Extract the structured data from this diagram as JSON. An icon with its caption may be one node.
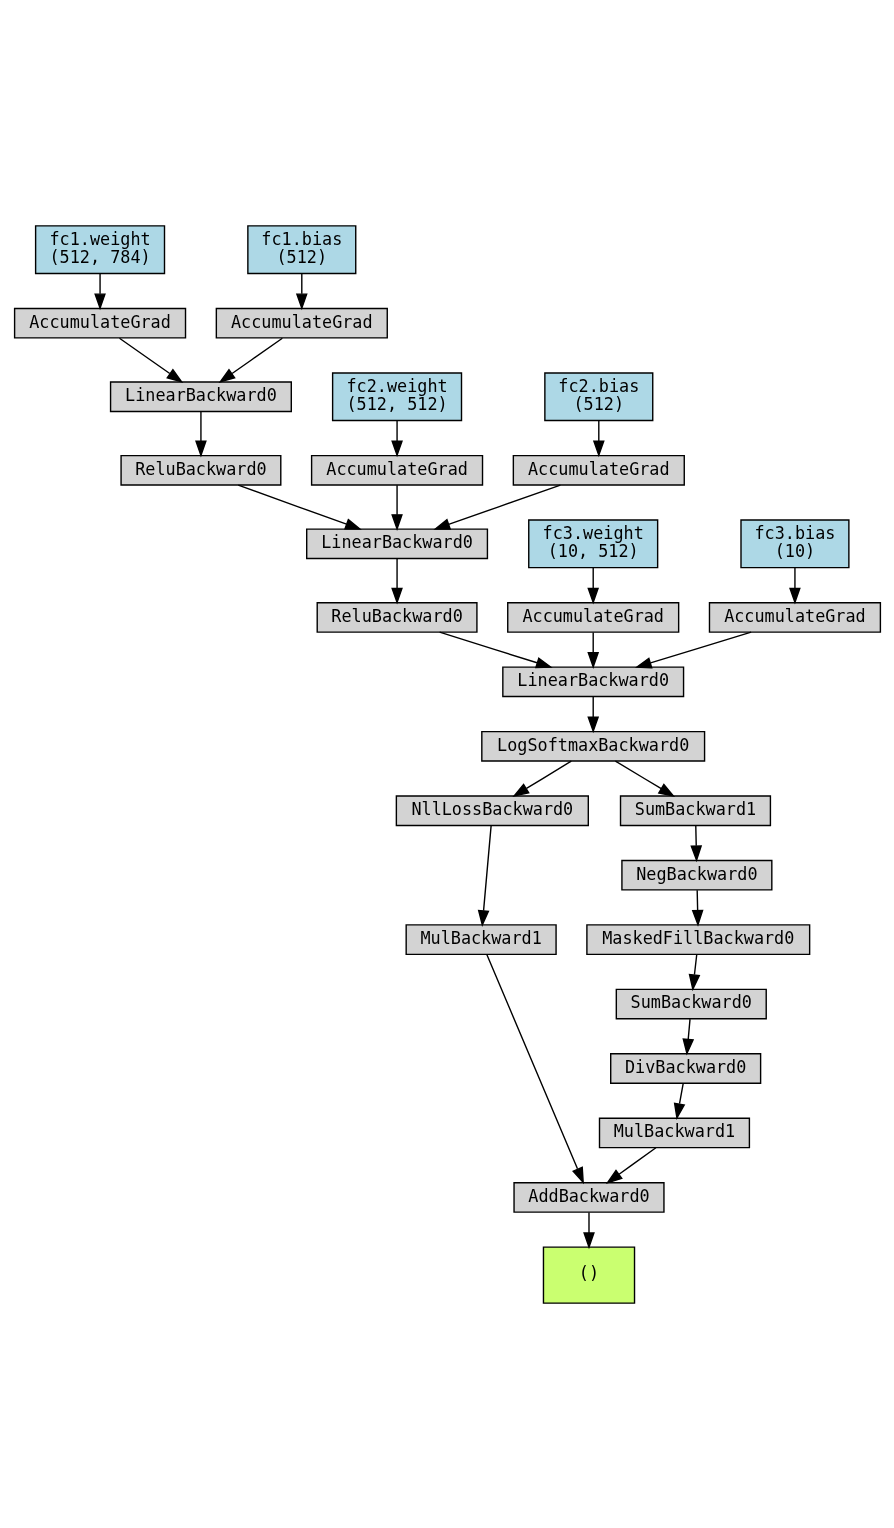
{
  "diagram": {
    "nodes": [
      {
        "text": [
          "fc1.weight",
          "(512, 784)"
        ]
      },
      {
        "text": [
          "fc1.bias",
          "(512)"
        ]
      },
      {
        "text": [
          "AccumulateGrad"
        ]
      },
      {
        "text": [
          "AccumulateGrad"
        ]
      },
      {
        "text": [
          "LinearBackward0"
        ]
      },
      {
        "text": [
          "fc2.weight",
          "(512, 512)"
        ]
      },
      {
        "text": [
          "fc2.bias",
          "(512)"
        ]
      },
      {
        "text": [
          "ReluBackward0"
        ]
      },
      {
        "text": [
          "AccumulateGrad"
        ]
      },
      {
        "text": [
          "AccumulateGrad"
        ]
      },
      {
        "text": [
          "LinearBackward0"
        ]
      },
      {
        "text": [
          "fc3.weight",
          "(10, 512)"
        ]
      },
      {
        "text": [
          "fc3.bias",
          "(10)"
        ]
      },
      {
        "text": [
          "ReluBackward0"
        ]
      },
      {
        "text": [
          "AccumulateGrad"
        ]
      },
      {
        "text": [
          "AccumulateGrad"
        ]
      },
      {
        "text": [
          "LinearBackward0"
        ]
      },
      {
        "text": [
          "LogSoftmaxBackward0"
        ]
      },
      {
        "text": [
          "NllLossBackward0"
        ]
      },
      {
        "text": [
          "SumBackward1"
        ]
      },
      {
        "text": [
          "NegBackward0"
        ]
      },
      {
        "text": [
          "MulBackward1"
        ]
      },
      {
        "text": [
          "MaskedFillBackward0"
        ]
      },
      {
        "text": [
          "SumBackward0"
        ]
      },
      {
        "text": [
          "DivBackward0"
        ]
      },
      {
        "text": [
          "MulBackward1"
        ]
      },
      {
        "text": [
          "AddBackward0"
        ]
      },
      {
        "text": [
          "()"
        ]
      }
    ],
    "edges": [
      {
        "from": 0,
        "to": 2,
        "arrow": "to"
      },
      {
        "from": 1,
        "to": 3,
        "arrow": "to"
      },
      {
        "from": 2,
        "to": 4,
        "arrow": "to"
      },
      {
        "from": 3,
        "to": 4,
        "arrow": "to"
      },
      {
        "from": 4,
        "to": 7,
        "arrow": "to"
      },
      {
        "from": 5,
        "to": 8,
        "arrow": "to"
      },
      {
        "from": 6,
        "to": 9,
        "arrow": "to"
      },
      {
        "from": 7,
        "to": 10,
        "arrow": "to"
      },
      {
        "from": 8,
        "to": 10,
        "arrow": "to"
      },
      {
        "from": 9,
        "to": 10,
        "arrow": "to"
      },
      {
        "from": 10,
        "to": 13,
        "arrow": "to"
      },
      {
        "from": 11,
        "to": 14,
        "arrow": "to"
      },
      {
        "from": 12,
        "to": 15,
        "arrow": "to"
      },
      {
        "from": 13,
        "to": 16,
        "arrow": "to"
      },
      {
        "from": 14,
        "to": 16,
        "arrow": "to"
      },
      {
        "from": 15,
        "to": 16,
        "arrow": "to"
      },
      {
        "from": 16,
        "to": 17,
        "arrow": "to"
      },
      {
        "from": 17,
        "to": 18,
        "arrow": "to"
      },
      {
        "from": 17,
        "to": 19,
        "arrow": "to"
      },
      {
        "from": 18,
        "to": 21,
        "arrow": "to"
      },
      {
        "from": 19,
        "to": 20,
        "arrow": "to"
      },
      {
        "from": 20,
        "to": 22,
        "arrow": "to"
      },
      {
        "from": 22,
        "to": 23,
        "arrow": "to"
      },
      {
        "from": 23,
        "to": 24,
        "arrow": "to"
      },
      {
        "from": 24,
        "to": 25,
        "arrow": "to"
      },
      {
        "from": 21,
        "to": 26,
        "arrow": "to"
      },
      {
        "from": 25,
        "to": 26,
        "arrow": "to"
      },
      {
        "from": 26,
        "to": 27,
        "arrow": "to"
      }
    ]
  }
}
